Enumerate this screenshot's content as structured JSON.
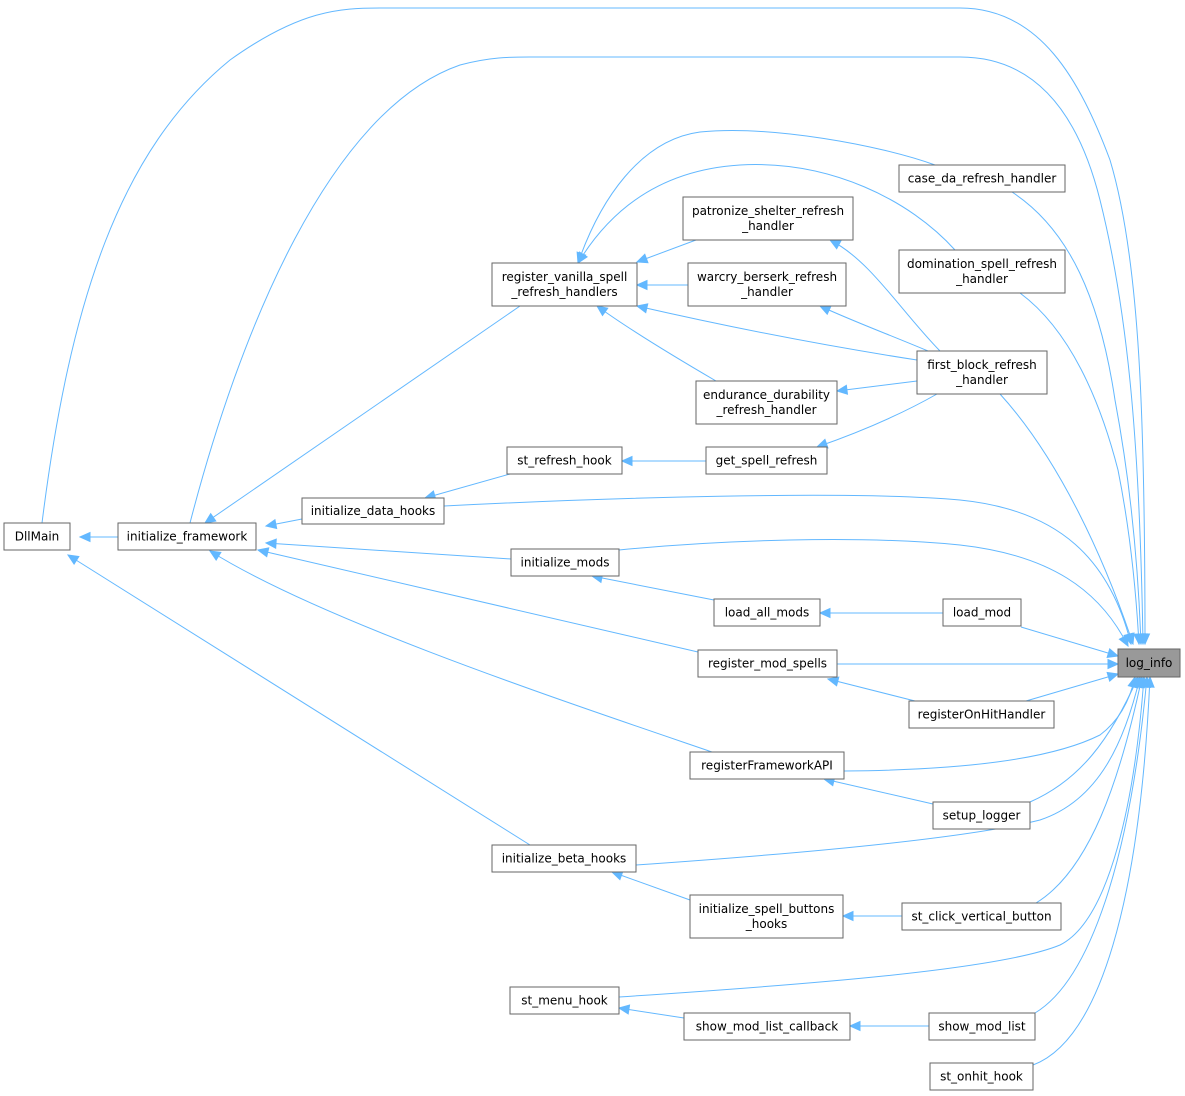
{
  "colors": {
    "edge": "#63b8ff",
    "node_border": "#666666",
    "focus_fill": "#999999",
    "node_fill": "#ffffff"
  },
  "nodes": [
    {
      "id": "log_info",
      "lines": [
        "log_info"
      ]
    },
    {
      "id": "DllMain",
      "lines": [
        "DllMain"
      ]
    },
    {
      "id": "initialize_framework",
      "lines": [
        "initialize_framework"
      ]
    },
    {
      "id": "initialize_data_hooks",
      "lines": [
        "initialize_data_hooks"
      ]
    },
    {
      "id": "register_vanilla_spell_refresh_handlers",
      "lines": [
        "register_vanilla_spell",
        "_refresh_handlers"
      ]
    },
    {
      "id": "case_da_refresh_handler",
      "lines": [
        "case_da_refresh_handler"
      ]
    },
    {
      "id": "patronize_shelter_refresh_handler",
      "lines": [
        "patronize_shelter_refresh",
        "_handler"
      ]
    },
    {
      "id": "domination_spell_refresh_handler",
      "lines": [
        "domination_spell_refresh",
        "_handler"
      ]
    },
    {
      "id": "warcry_berserk_refresh_handler",
      "lines": [
        "warcry_berserk_refresh",
        "_handler"
      ]
    },
    {
      "id": "first_block_refresh_handler",
      "lines": [
        "first_block_refresh",
        "_handler"
      ]
    },
    {
      "id": "endurance_durability_refresh_handler",
      "lines": [
        "endurance_durability",
        "_refresh_handler"
      ]
    },
    {
      "id": "st_refresh_hook",
      "lines": [
        "st_refresh_hook"
      ]
    },
    {
      "id": "get_spell_refresh",
      "lines": [
        "get_spell_refresh"
      ]
    },
    {
      "id": "initialize_mods",
      "lines": [
        "initialize_mods"
      ]
    },
    {
      "id": "load_all_mods",
      "lines": [
        "load_all_mods"
      ]
    },
    {
      "id": "load_mod",
      "lines": [
        "load_mod"
      ]
    },
    {
      "id": "register_mod_spells",
      "lines": [
        "register_mod_spells"
      ]
    },
    {
      "id": "registerOnHitHandler",
      "lines": [
        "registerOnHitHandler"
      ]
    },
    {
      "id": "registerFrameworkAPI",
      "lines": [
        "registerFrameworkAPI"
      ]
    },
    {
      "id": "setup_logger",
      "lines": [
        "setup_logger"
      ]
    },
    {
      "id": "initialize_beta_hooks",
      "lines": [
        "initialize_beta_hooks"
      ]
    },
    {
      "id": "initialize_spell_buttons_hooks",
      "lines": [
        "initialize_spell_buttons",
        "_hooks"
      ]
    },
    {
      "id": "st_click_vertical_button",
      "lines": [
        "st_click_vertical_button"
      ]
    },
    {
      "id": "st_menu_hook",
      "lines": [
        "st_menu_hook"
      ]
    },
    {
      "id": "show_mod_list_callback",
      "lines": [
        "show_mod_list_callback"
      ]
    },
    {
      "id": "show_mod_list",
      "lines": [
        "show_mod_list"
      ]
    },
    {
      "id": "st_onhit_hook",
      "lines": [
        "st_onhit_hook"
      ]
    }
  ],
  "edges": [
    {
      "from": "DllMain",
      "to": "log_info"
    },
    {
      "from": "initialize_framework",
      "to": "DllMain"
    },
    {
      "from": "initialize_beta_hooks",
      "to": "DllMain"
    },
    {
      "from": "initialize_framework",
      "to": "log_info"
    },
    {
      "from": "initialize_data_hooks",
      "to": "initialize_framework"
    },
    {
      "from": "register_vanilla_spell_refresh_handlers",
      "to": "initialize_framework"
    },
    {
      "from": "initialize_mods",
      "to": "initialize_framework"
    },
    {
      "from": "register_mod_spells",
      "to": "initialize_framework"
    },
    {
      "from": "registerFrameworkAPI",
      "to": "initialize_framework"
    },
    {
      "from": "case_da_refresh_handler",
      "to": "register_vanilla_spell_refresh_handlers"
    },
    {
      "from": "domination_spell_refresh_handler",
      "to": "register_vanilla_spell_refresh_handlers"
    },
    {
      "from": "patronize_shelter_refresh_handler",
      "to": "register_vanilla_spell_refresh_handlers"
    },
    {
      "from": "warcry_berserk_refresh_handler",
      "to": "register_vanilla_spell_refresh_handlers"
    },
    {
      "from": "first_block_refresh_handler",
      "to": "register_vanilla_spell_refresh_handlers"
    },
    {
      "from": "endurance_durability_refresh_handler",
      "to": "register_vanilla_spell_refresh_handlers"
    },
    {
      "from": "case_da_refresh_handler",
      "to": "log_info"
    },
    {
      "from": "domination_spell_refresh_handler",
      "to": "log_info"
    },
    {
      "from": "first_block_refresh_handler",
      "to": "patronize_shelter_refresh_handler"
    },
    {
      "from": "first_block_refresh_handler",
      "to": "warcry_berserk_refresh_handler"
    },
    {
      "from": "first_block_refresh_handler",
      "to": "endurance_durability_refresh_handler"
    },
    {
      "from": "first_block_refresh_handler",
      "to": "get_spell_refresh"
    },
    {
      "from": "first_block_refresh_handler",
      "to": "log_info"
    },
    {
      "from": "get_spell_refresh",
      "to": "st_refresh_hook"
    },
    {
      "from": "st_refresh_hook",
      "to": "initialize_data_hooks"
    },
    {
      "from": "initialize_data_hooks",
      "to": "log_info"
    },
    {
      "from": "initialize_mods",
      "to": "log_info"
    },
    {
      "from": "load_all_mods",
      "to": "initialize_mods"
    },
    {
      "from": "load_mod",
      "to": "load_all_mods"
    },
    {
      "from": "load_mod",
      "to": "log_info"
    },
    {
      "from": "register_mod_spells",
      "to": "log_info"
    },
    {
      "from": "registerOnHitHandler",
      "to": "register_mod_spells"
    },
    {
      "from": "registerOnHitHandler",
      "to": "log_info"
    },
    {
      "from": "registerFrameworkAPI",
      "to": "log_info"
    },
    {
      "from": "setup_logger",
      "to": "registerFrameworkAPI"
    },
    {
      "from": "setup_logger",
      "to": "log_info"
    },
    {
      "from": "initialize_beta_hooks",
      "to": "log_info"
    },
    {
      "from": "initialize_spell_buttons_hooks",
      "to": "initialize_beta_hooks"
    },
    {
      "from": "st_click_vertical_button",
      "to": "initialize_spell_buttons_hooks"
    },
    {
      "from": "st_click_vertical_button",
      "to": "log_info"
    },
    {
      "from": "st_menu_hook",
      "to": "log_info"
    },
    {
      "from": "show_mod_list_callback",
      "to": "st_menu_hook"
    },
    {
      "from": "show_mod_list",
      "to": "show_mod_list_callback"
    },
    {
      "from": "show_mod_list",
      "to": "log_info"
    },
    {
      "from": "st_onhit_hook",
      "to": "log_info"
    }
  ]
}
